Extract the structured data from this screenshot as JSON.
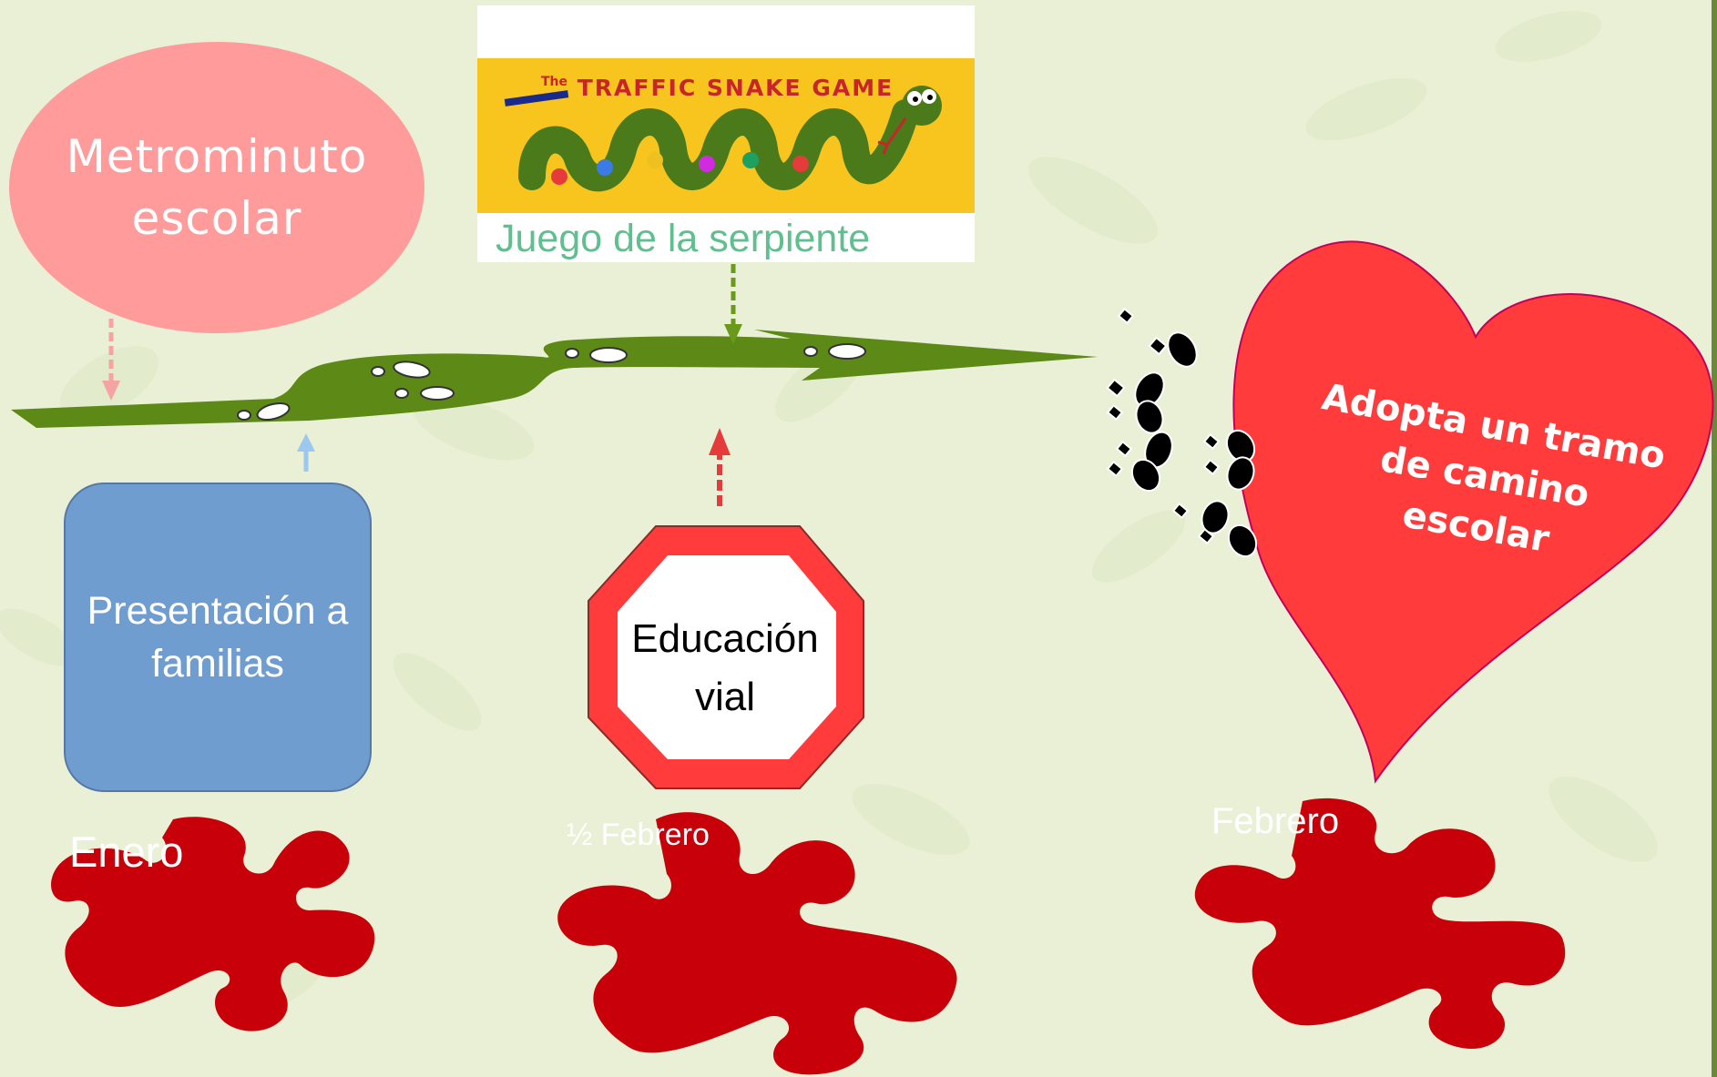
{
  "nodes": {
    "metrominuto": "Metrominuto escolar",
    "snake_game": {
      "banner_prefix": "The",
      "banner_title": "TRAFFIC SNAKE GAME",
      "caption": "Juego de la serpiente"
    },
    "presentacion": "Presentación a familias",
    "educacion": "Educación vial",
    "adopta": "Adopta un tramo de camino escolar"
  },
  "dates": {
    "enero": "Enero",
    "half_febrero": "½ Febrero",
    "febrero": "Febrero"
  },
  "colors": {
    "background": "#eaf0d6",
    "road_green": "#5d8a16",
    "metro_pink": "#ff9b9b",
    "presentacion_blue": "#709dd0",
    "stop_red": "#ff3b3b",
    "heart_red": "#ff3b3b",
    "puzzle_red": "#c8000a",
    "caption_green": "#5fbf8f"
  }
}
